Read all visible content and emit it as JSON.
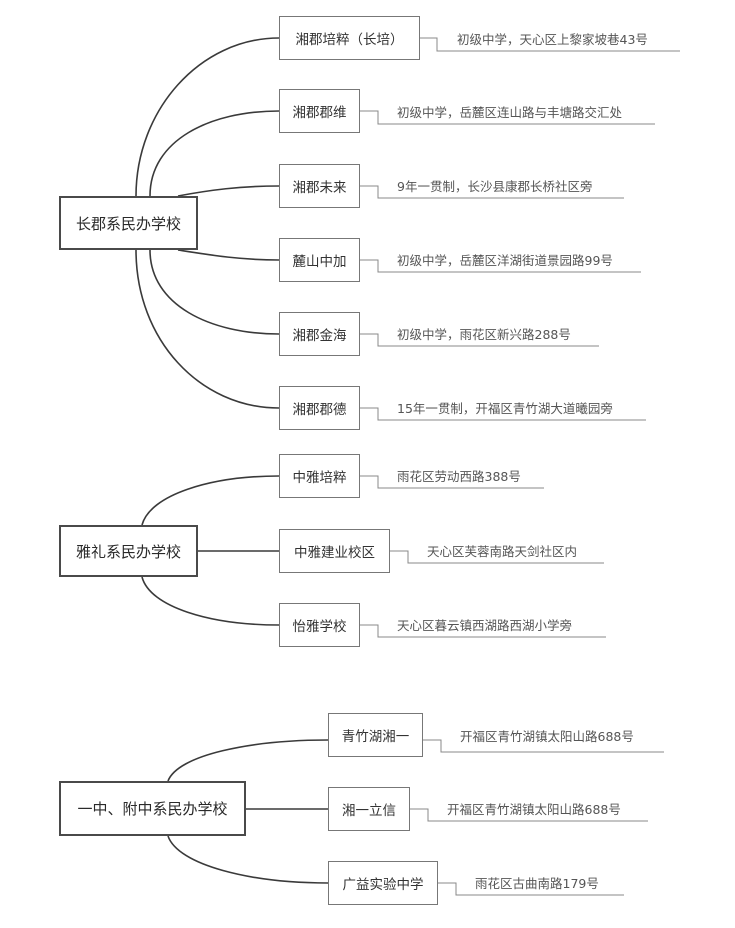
{
  "groups": [
    {
      "root": "长郡系民办学校",
      "schools": [
        {
          "name": "湘郡培粹（长培）",
          "note": "初级中学，天心区上黎家坡巷43号"
        },
        {
          "name": "湘郡郡维",
          "note": "初级中学，岳麓区连山路与丰塘路交汇处"
        },
        {
          "name": "湘郡未来",
          "note": "9年一贯制，长沙县康郡长桥社区旁"
        },
        {
          "name": "麓山中加",
          "note": "初级中学，岳麓区洋湖街道景园路99号"
        },
        {
          "name": "湘郡金海",
          "note": "初级中学，雨花区新兴路288号"
        },
        {
          "name": "湘郡郡德",
          "note": "15年一贯制，开福区青竹湖大道曦园旁"
        }
      ]
    },
    {
      "root": "雅礼系民办学校",
      "schools": [
        {
          "name": "中雅培粹",
          "note": "雨花区劳动西路388号"
        },
        {
          "name": "中雅建业校区",
          "note": "天心区芙蓉南路天剑社区内"
        },
        {
          "name": "怡雅学校",
          "note": "天心区暮云镇西湖路西湖小学旁"
        }
      ]
    },
    {
      "root": "一中、附中系民办学校",
      "schools": [
        {
          "name": "青竹湖湘一",
          "note": "开福区青竹湖镇太阳山路688号"
        },
        {
          "name": "湘一立信",
          "note": "开福区青竹湖镇太阳山路688号"
        },
        {
          "name": "广益实验中学",
          "note": "雨花区古曲南路179号"
        }
      ]
    }
  ]
}
